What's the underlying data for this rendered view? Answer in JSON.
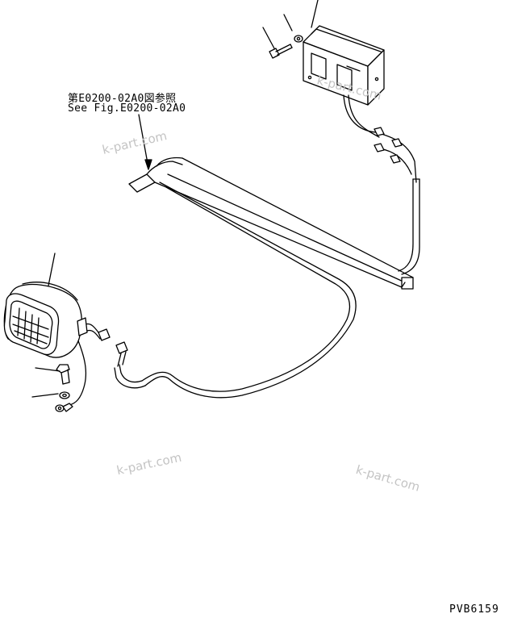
{
  "reference": {
    "line_jp": "第E0200-02A0図参照",
    "line_en": "See Fig.E0200-02A0"
  },
  "watermarks": [
    "k-part.com",
    "k-part.com",
    "k-part.com",
    "k-part.com"
  ],
  "drawing_code": "PVB6159"
}
